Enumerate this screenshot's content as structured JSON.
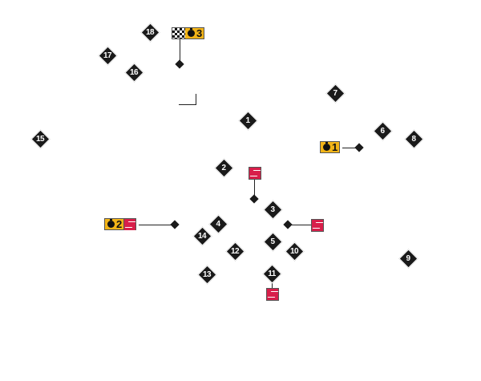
{
  "controls": [
    "1",
    "2",
    "3",
    "4",
    "5",
    "6",
    "7",
    "8",
    "9",
    "10",
    "11",
    "12",
    "13",
    "14",
    "15",
    "16",
    "17",
    "18"
  ],
  "stations": {
    "finish_tag": "3",
    "tag_1": "1",
    "tag_2": "2"
  },
  "colors": {
    "marker": "#1a1a1a",
    "station": "#f2b418",
    "red": "#d81e4a"
  }
}
